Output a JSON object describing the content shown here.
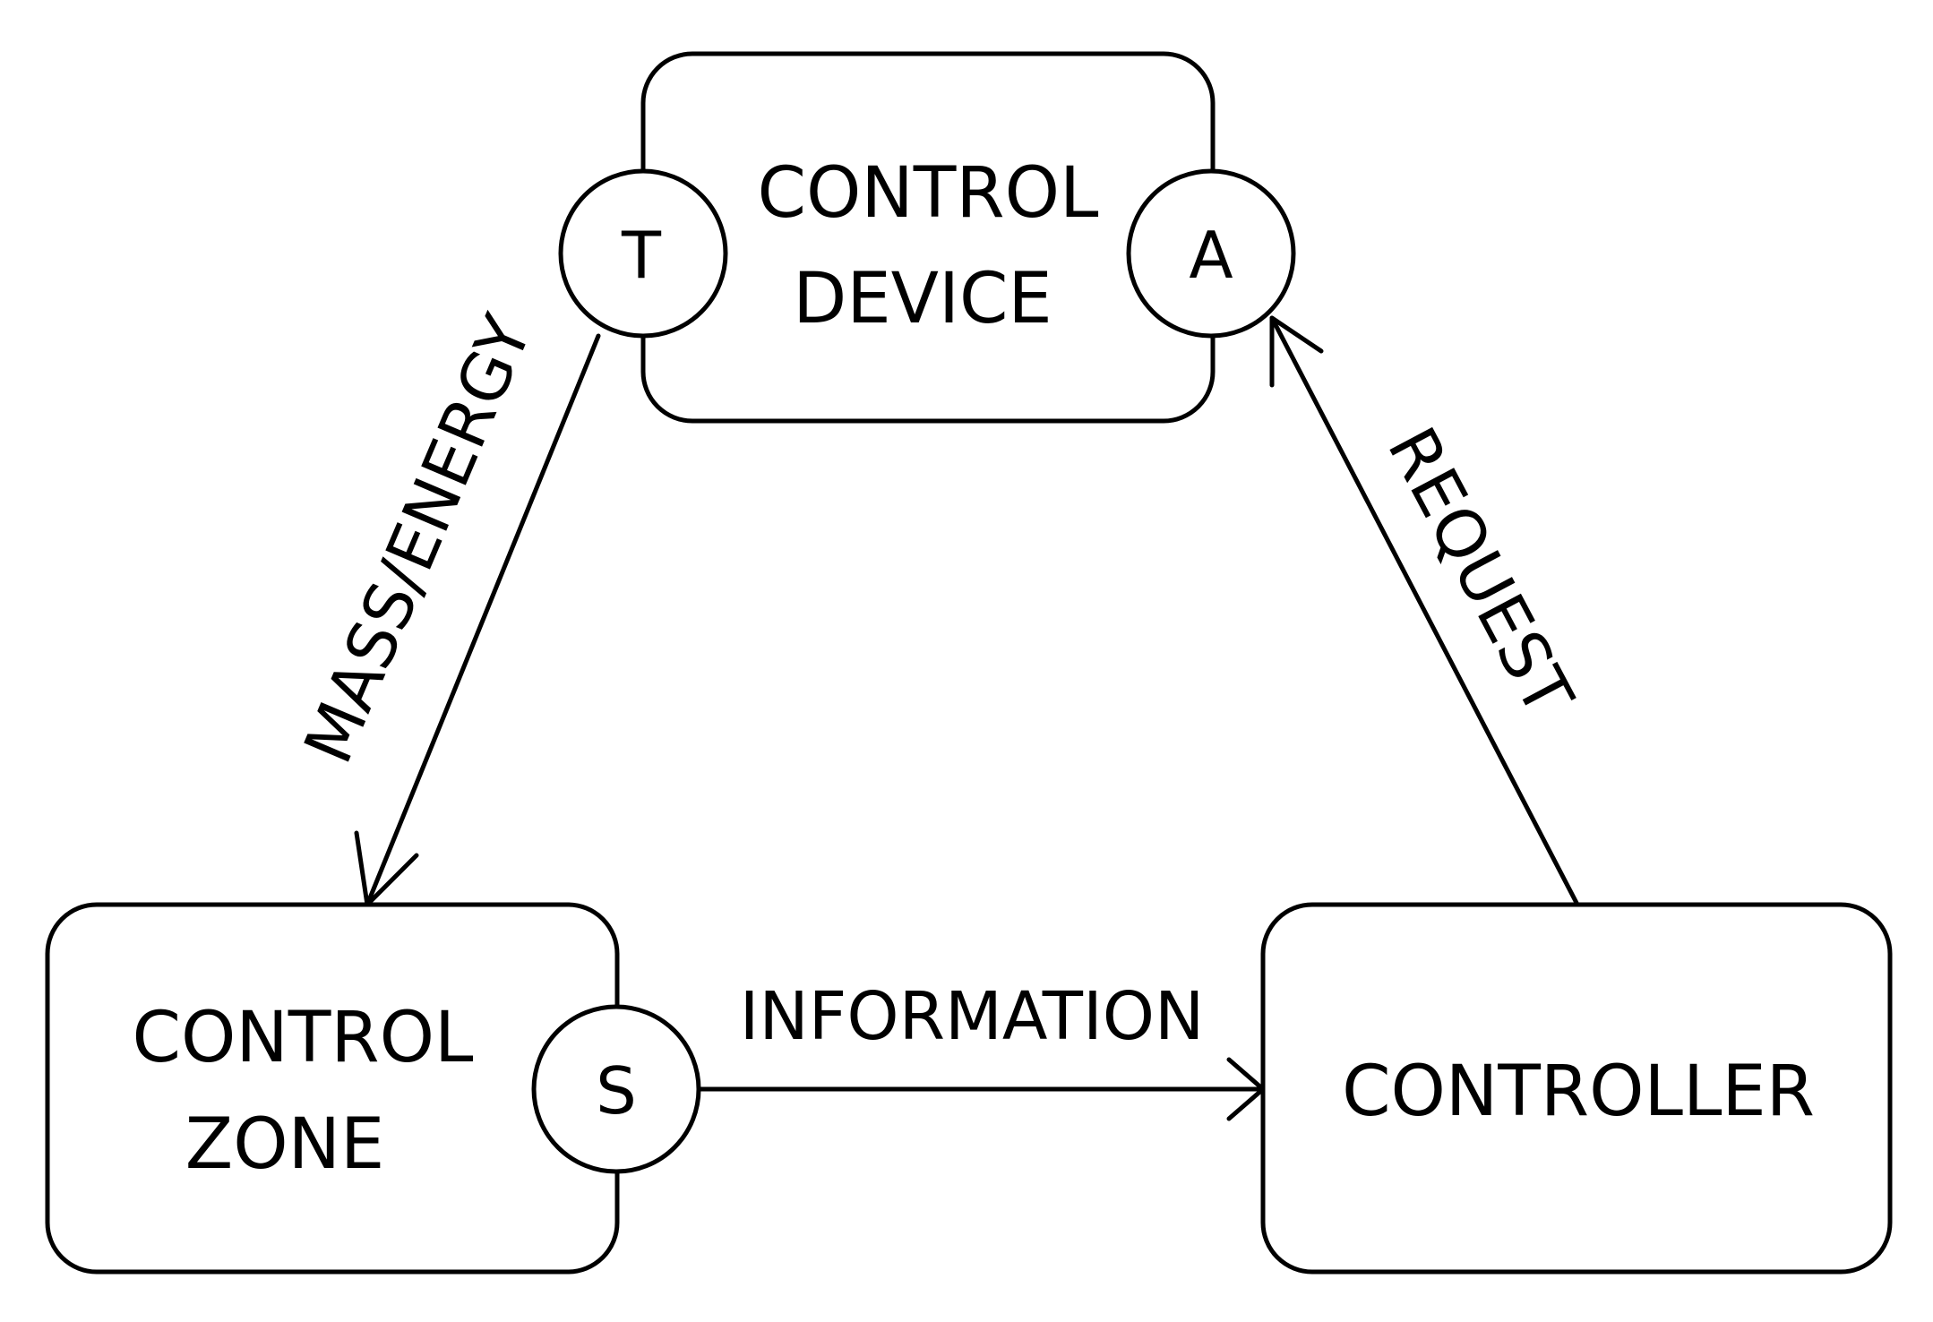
{
  "nodes": {
    "control_device": {
      "line1": "CONTROL",
      "line2": "DEVICE"
    },
    "control_zone": {
      "line1": "CONTROL",
      "line2": "ZONE"
    },
    "controller": {
      "label": "CONTROLLER"
    }
  },
  "ports": {
    "t": "T",
    "a": "A",
    "s": "S"
  },
  "edges": {
    "mass_energy": "MASS/ENERGY",
    "request": "REQUEST",
    "information": "INFORMATION"
  },
  "colors": {
    "stroke": "#000000",
    "background": "#ffffff"
  }
}
